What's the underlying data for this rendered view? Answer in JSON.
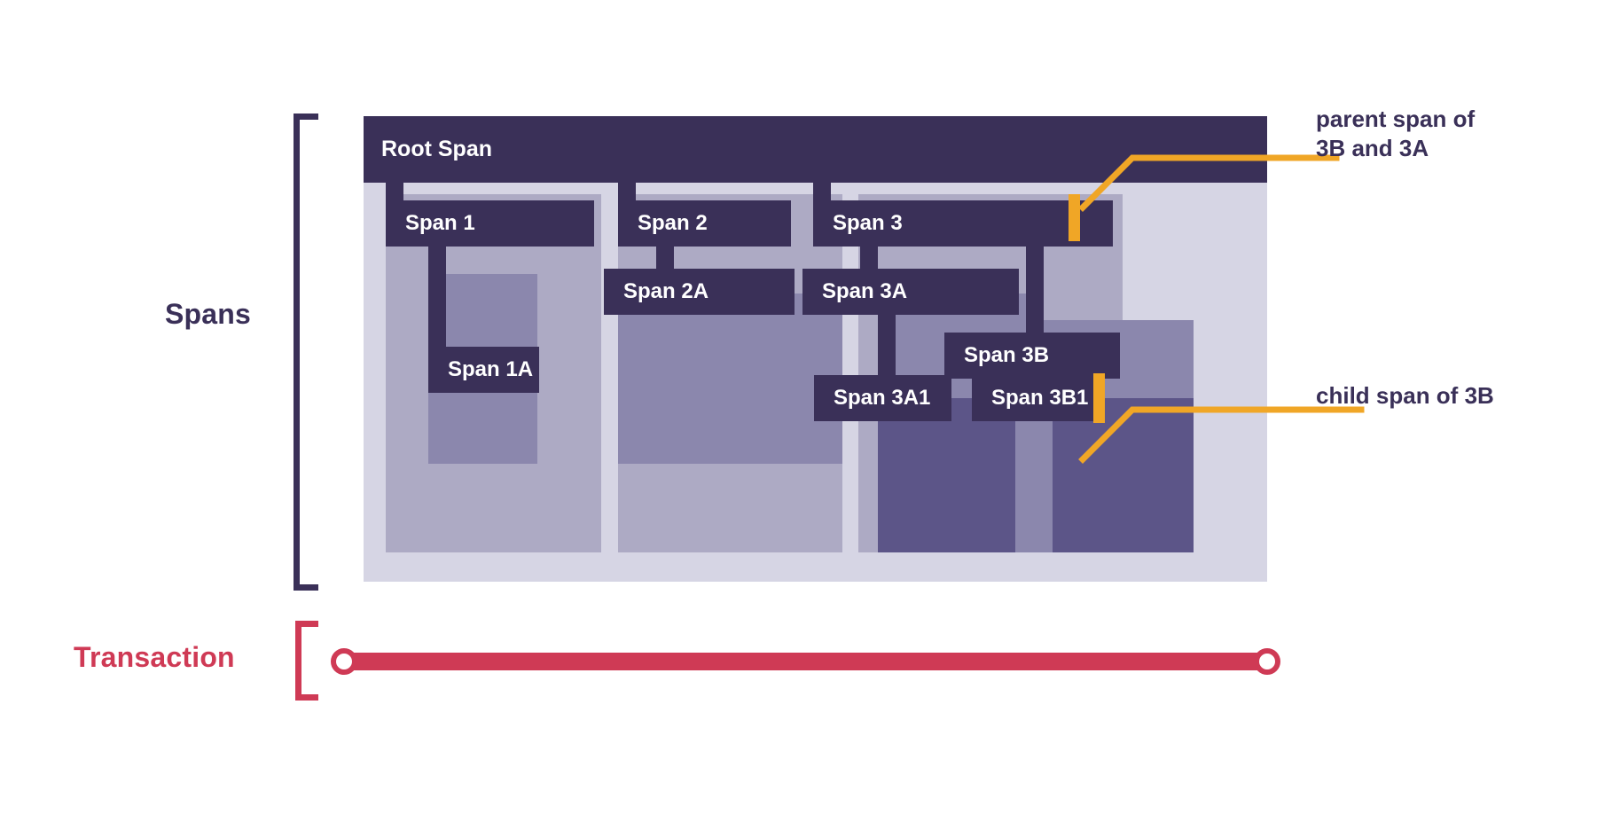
{
  "labels": {
    "spans": "Spans",
    "transaction": "Transaction"
  },
  "colors": {
    "span_bar": "#3a3058",
    "panel_bg": "#d6d5e4",
    "column_bg": "#adaac4",
    "child_block": "#8b87ad",
    "deep_block": "#5c5588",
    "highlight": "#f0a626",
    "transaction": "#cf3a55",
    "text_on_bar": "#ffffff",
    "annotation_text": "#3a3058"
  },
  "spans": {
    "root": {
      "label": "Root Span"
    },
    "children": [
      {
        "label": "Span 1"
      },
      {
        "label": "Span 2"
      },
      {
        "label": "Span 3"
      }
    ],
    "grandchildren": [
      {
        "label": "Span 1A"
      },
      {
        "label": "Span 2A"
      },
      {
        "label": "Span 3A"
      },
      {
        "label": "Span 3B"
      }
    ],
    "great_grandchildren": [
      {
        "label": "Span 3A1"
      },
      {
        "label": "Span 3B1"
      }
    ]
  },
  "annotations": [
    {
      "id": "parent",
      "text": "parent span of\n3B and 3A",
      "target": "Span 3"
    },
    {
      "id": "child",
      "text": "child span of 3B",
      "target": "Span 3B1"
    }
  ],
  "transaction": {
    "label": "Transaction",
    "start_marker": "circle",
    "end_marker": "circle"
  }
}
